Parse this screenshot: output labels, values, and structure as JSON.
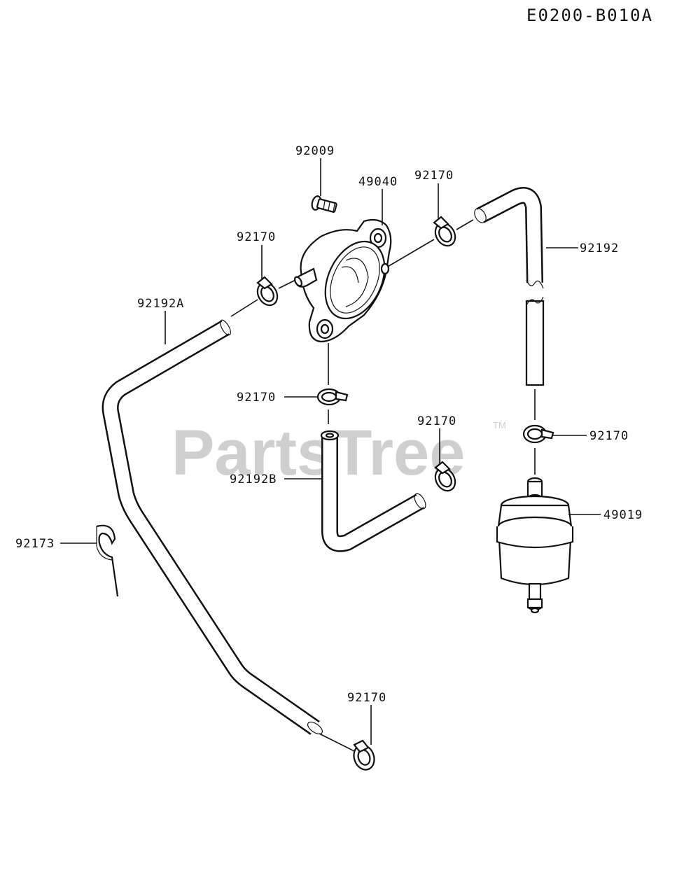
{
  "diagram_code": "E0200-B010A",
  "watermark": {
    "text": "PartsTree",
    "mark": "TM"
  },
  "parts": {
    "screw": "92009",
    "fuel_pump": "49040",
    "clamp_top_right": "92170",
    "clamp_left": "92170",
    "hose_upper_right": "92192",
    "hose_left": "92192A",
    "clamp_below_pump": "92170",
    "clamp_mid": "92170",
    "clamp_filter_top": "92170",
    "hose_middle": "92192B",
    "fuel_filter": "49019",
    "clip": "92173",
    "clamp_bottom": "92170"
  },
  "colors": {
    "line": "#111111",
    "watermark": "#cfcfcf",
    "background": "#ffffff"
  }
}
